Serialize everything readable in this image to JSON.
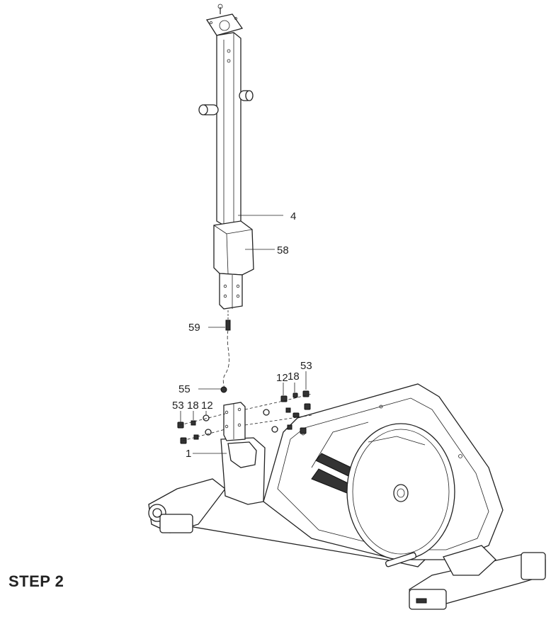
{
  "step_label": "STEP 2",
  "callouts": {
    "c4": "4",
    "c58": "58",
    "c59": "59",
    "c55": "55",
    "c1": "1",
    "c12a": "12",
    "c18a": "18",
    "c53a": "53",
    "c53b": "53",
    "c18b": "18",
    "c12b": "12"
  }
}
